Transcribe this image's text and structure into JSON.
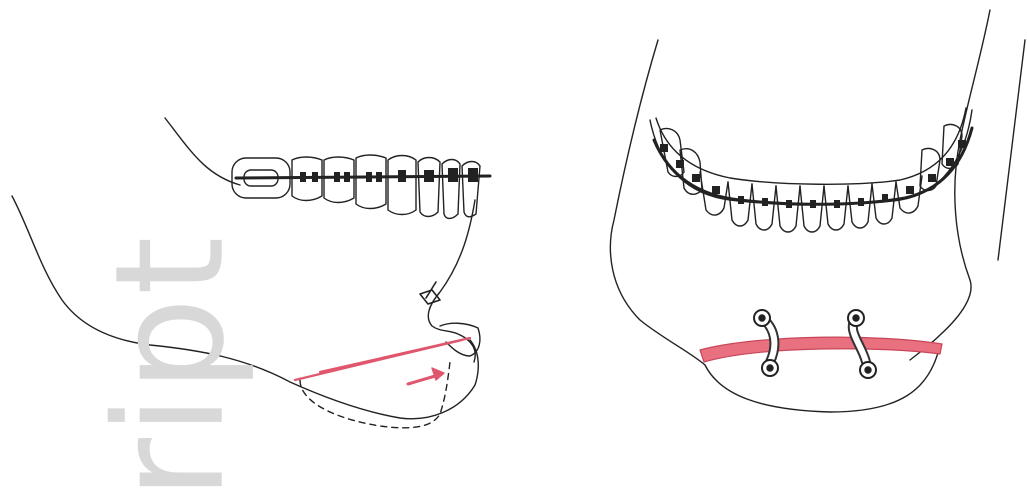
{
  "figure": {
    "panels": [
      {
        "view": "lateral"
      },
      {
        "view": "frontal"
      }
    ],
    "watermark": "ript",
    "colors": {
      "line": "#222222",
      "osteotomy": "#e0566c",
      "osteotomy_fill": "#e8707f",
      "watermark": "#d8d8d8"
    }
  }
}
